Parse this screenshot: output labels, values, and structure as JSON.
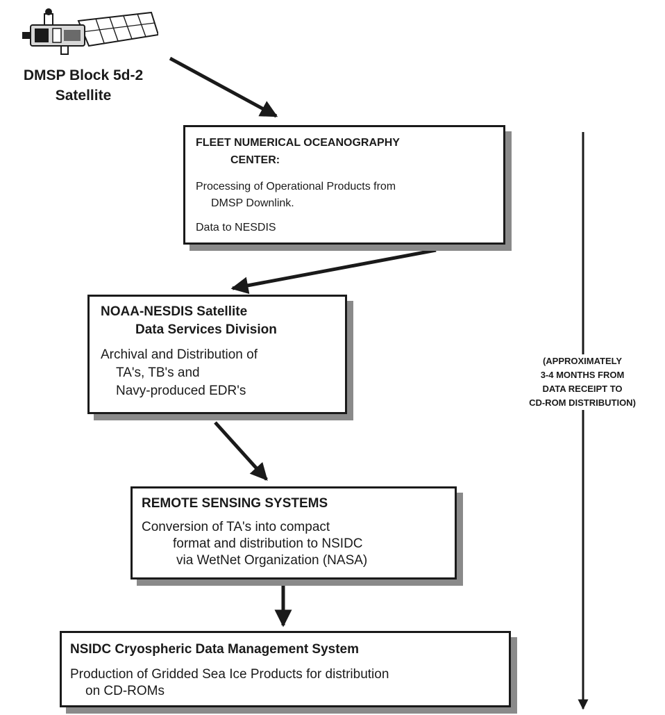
{
  "satellite": {
    "icon": "satellite-icon",
    "label_line1": "DMSP Block 5d-2",
    "label_line2": "Satellite"
  },
  "boxes": {
    "fnoc": {
      "title_line1": "FLEET NUMERICAL OCEANOGRAPHY",
      "title_line2": "CENTER:",
      "body_line1": "Processing of Operational Products from",
      "body_line2": "DMSP  Downlink.",
      "body_line3": "Data  to NESDIS"
    },
    "nesdis": {
      "title_line1": "NOAA-NESDIS Satellite",
      "title_line2": "Data Services Division",
      "body_line1": "Archival and Distribution of",
      "body_line2": "TA's, TB's and",
      "body_line3": "Navy-produced EDR's"
    },
    "rss": {
      "title": "REMOTE SENSING SYSTEMS",
      "body_line1": "Conversion of TA's into compact",
      "body_line2": "format and distribution to NSIDC",
      "body_line3": "via WetNet Organization (NASA)"
    },
    "nsidc": {
      "title": "NSIDC Cryospheric Data Management System",
      "body_line1": "Production of Gridded Sea Ice Products for distribution",
      "body_line2": "on CD-ROMs"
    }
  },
  "timeline": {
    "line1": "(APPROXIMATELY",
    "line2": "3-4 MONTHS FROM",
    "line3": "DATA RECEIPT TO",
    "line4": "CD-ROM DISTRIBUTION)"
  },
  "colors": {
    "ink": "#1a1a1a",
    "shadow": "#8a8a8a",
    "background": "#ffffff"
  }
}
